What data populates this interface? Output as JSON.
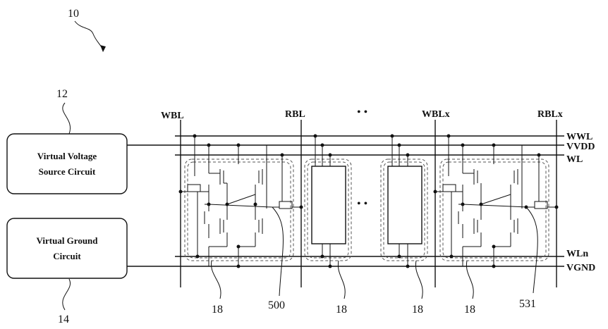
{
  "figure_number": "10",
  "blocks": {
    "voltage_source": {
      "line1": "Virtual Voltage",
      "line2": "Source Circuit",
      "ref": "12"
    },
    "ground": {
      "line1": "Virtual Ground",
      "line2": "Circuit",
      "ref": "14"
    }
  },
  "column_labels": {
    "wbl": "WBL",
    "rbl": "RBL",
    "wblx": "WBLx",
    "rblx": "RBLx"
  },
  "row_labels": {
    "wwl": "WWL",
    "vvdd": "VVDD",
    "wl": "WL",
    "wln": "WLn",
    "vgnd": "VGND"
  },
  "ellipsis_dots": "• •",
  "cell_refs": [
    "18",
    "18",
    "18",
    "18"
  ],
  "node_refs": {
    "left": "500",
    "right": "531"
  }
}
